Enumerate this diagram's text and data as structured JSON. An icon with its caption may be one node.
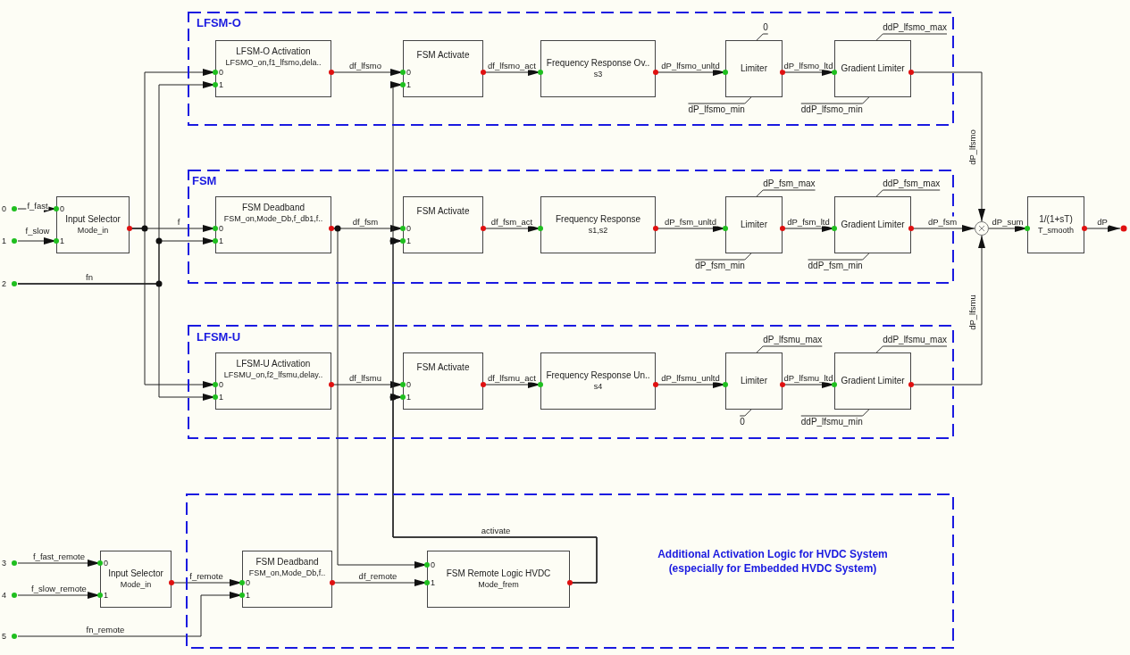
{
  "diagram": {
    "nodes": [
      {
        "text": [
          "LFSM-O"
        ]
      },
      {
        "text": [
          "FSM"
        ]
      },
      {
        "text": [
          "LFSM-U"
        ]
      },
      {
        "text": [
          "Additional Activation Logic for HVDC System (especially for Embedded HVDC System)"
        ]
      },
      {
        "text": [
          "0"
        ]
      },
      {
        "text": [
          "1"
        ]
      },
      {
        "text": [
          "2"
        ]
      },
      {
        "text": [
          "Input Selector",
          "Mode_in"
        ]
      },
      {
        "text": [
          "LFSM-O Activation",
          "LFSMO_on,f1_lfsmo,dela.."
        ],
        "in": 0
      },
      {
        "text": [
          "FSM Activate"
        ],
        "in": 0
      },
      {
        "text": [
          "Frequency Response Ov..",
          "s3"
        ],
        "in": 0
      },
      {
        "text": [
          "Limiter"
        ],
        "in": 0,
        "beside": [
          "0",
          "dP_lfsmo_min"
        ]
      },
      {
        "text": [
          "Gradient Limiter"
        ],
        "in": 0,
        "beside": [
          "ddP_lfsmo_max",
          "ddP_lfsmo_min"
        ]
      },
      {
        "text": [
          "FSM Deadband",
          "FSM_on,Mode_Db,f_db1,f.."
        ],
        "in": 1
      },
      {
        "text": [
          "FSM Activate"
        ],
        "in": 1
      },
      {
        "text": [
          "Frequency Response",
          "s1,s2"
        ],
        "in": 1
      },
      {
        "text": [
          "Limiter"
        ],
        "in": 1,
        "beside": [
          "dP_fsm_max",
          "dP_fsm_min"
        ]
      },
      {
        "text": [
          "Gradient Limiter"
        ],
        "in": 1,
        "beside": [
          "ddP_fsm_max",
          "ddP_fsm_min"
        ]
      },
      {
        "text": [
          "LFSM-U Activation",
          "LFSMU_on,f2_lfsmu,delay.."
        ],
        "in": 2
      },
      {
        "text": [
          "FSM Activate"
        ],
        "in": 2
      },
      {
        "text": [
          "Frequency Response Un..",
          "s4"
        ],
        "in": 2
      },
      {
        "text": [
          "Limiter"
        ],
        "in": 2,
        "beside": [
          "dP_lfsmu_max",
          "0"
        ]
      },
      {
        "text": [
          "Gradient Limiter"
        ],
        "in": 2,
        "beside": [
          "ddP_lfsmu_max",
          "ddP_lfsmu_min"
        ]
      },
      {
        "text": [],
        "shape": "circle"
      },
      {
        "text": [
          "1/(1+sT)",
          "T_smooth"
        ]
      },
      {
        "text": [],
        "shape": "circle"
      },
      {
        "text": [
          "3"
        ]
      },
      {
        "text": [
          "4"
        ]
      },
      {
        "text": [
          "5"
        ]
      },
      {
        "text": [
          "Input Selector",
          "Mode_in"
        ]
      },
      {
        "text": [
          "FSM Deadband",
          "FSM_on,Mode_Db,f.."
        ],
        "in": 3
      },
      {
        "text": [
          "FSM Remote Logic HVDC",
          "Mode_frem"
        ],
        "in": 3
      }
    ],
    "edges": [
      {
        "from": 4,
        "to": 7,
        "arrow": "to",
        "label": "f_fast"
      },
      {
        "from": 5,
        "to": 7,
        "arrow": "to",
        "label": "f_slow"
      },
      {
        "from": 7,
        "to": 8,
        "arrow": "to"
      },
      {
        "from": 7,
        "to": 13,
        "arrow": "to",
        "label": "f"
      },
      {
        "from": 7,
        "to": 18,
        "arrow": "to"
      },
      {
        "from": 6,
        "to": 8,
        "arrow": "to"
      },
      {
        "from": 6,
        "to": 13,
        "arrow": "to",
        "label": "fn"
      },
      {
        "from": 6,
        "to": 18,
        "arrow": "to"
      },
      {
        "from": 8,
        "to": 9,
        "arrow": "to",
        "label": "df_lfsmo"
      },
      {
        "from": 9,
        "to": 10,
        "arrow": "to",
        "label": "df_lfsmo_act"
      },
      {
        "from": 10,
        "to": 11,
        "arrow": "to",
        "label": "dP_lfsmo_unltd"
      },
      {
        "from": 11,
        "to": 12,
        "arrow": "to",
        "label": "dP_lfsmo_ltd"
      },
      {
        "from": 12,
        "to": 23,
        "arrow": "to",
        "label": "dP_lfsmo"
      },
      {
        "from": 13,
        "to": 14,
        "arrow": "to",
        "label": "df_fsm"
      },
      {
        "from": 13,
        "to": 31,
        "arrow": "to"
      },
      {
        "from": 14,
        "to": 15,
        "arrow": "to",
        "label": "df_fsm_act"
      },
      {
        "from": 15,
        "to": 16,
        "arrow": "to",
        "label": "dP_fsm_unltd"
      },
      {
        "from": 16,
        "to": 17,
        "arrow": "to",
        "label": "dP_fsm_ltd"
      },
      {
        "from": 17,
        "to": 23,
        "arrow": "to",
        "label": "dP_fsm"
      },
      {
        "from": 18,
        "to": 19,
        "arrow": "to",
        "label": "df_lfsmu"
      },
      {
        "from": 19,
        "to": 20,
        "arrow": "to",
        "label": "df_lfsmu_act"
      },
      {
        "from": 20,
        "to": 21,
        "arrow": "to",
        "label": "dP_lfsmu_unltd"
      },
      {
        "from": 21,
        "to": 22,
        "arrow": "to",
        "label": "dP_lfsmu_ltd"
      },
      {
        "from": 22,
        "to": 23,
        "arrow": "to",
        "label": "dP_lfsmu"
      },
      {
        "from": 23,
        "to": 24,
        "arrow": "to",
        "label": "dP_sum"
      },
      {
        "from": 24,
        "to": 25,
        "arrow": "to",
        "label": "dP"
      },
      {
        "from": 26,
        "to": 29,
        "arrow": "to",
        "label": "f_fast_remote"
      },
      {
        "from": 27,
        "to": 29,
        "arrow": "to",
        "label": "f_slow_remote"
      },
      {
        "from": 29,
        "to": 30,
        "arrow": "to",
        "label": "f_remote"
      },
      {
        "from": 28,
        "to": 30,
        "arrow": "to",
        "label": "fn_remote"
      },
      {
        "from": 30,
        "to": 31,
        "arrow": "to",
        "label": "df_remote"
      },
      {
        "from": 31,
        "to": 9,
        "arrow": "to",
        "label": "activate"
      },
      {
        "from": 31,
        "to": 14,
        "arrow": "to"
      },
      {
        "from": 31,
        "to": 19,
        "arrow": "to"
      }
    ],
    "labels": [
      "0",
      "1",
      "0",
      "1",
      "0",
      "1",
      "0",
      "1",
      "0",
      "1",
      "0",
      "1",
      "0",
      "1",
      "0",
      "1",
      "0",
      "1",
      "0",
      "1"
    ]
  }
}
